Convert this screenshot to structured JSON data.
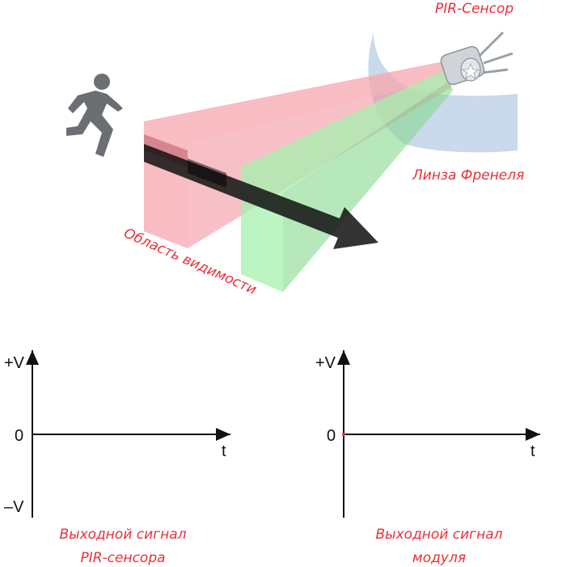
{
  "labels": {
    "sensor": "PIR-Сенсор",
    "lens": "Линза Френеля",
    "view_area": "Область видимости"
  },
  "graph_left": {
    "y_top": "+V",
    "y_zero": "0",
    "y_bottom": "–V",
    "x_label": "t",
    "caption_line1": "Выходной сигнал",
    "caption_line2": "PIR-сенсора"
  },
  "graph_right": {
    "y_top": "+V",
    "y_zero": "0",
    "x_label": "t",
    "caption_line1": "Выходной сигнал",
    "caption_line2": "модуля"
  },
  "icons": [
    "running-person-icon",
    "pir-sensor-icon",
    "motion-arrow-icon"
  ],
  "colors": {
    "label_red": "#e8303a",
    "zone_red": "#f7a6ad",
    "zone_green": "#a6f0ad",
    "lens_blue": "#b8cce6"
  }
}
